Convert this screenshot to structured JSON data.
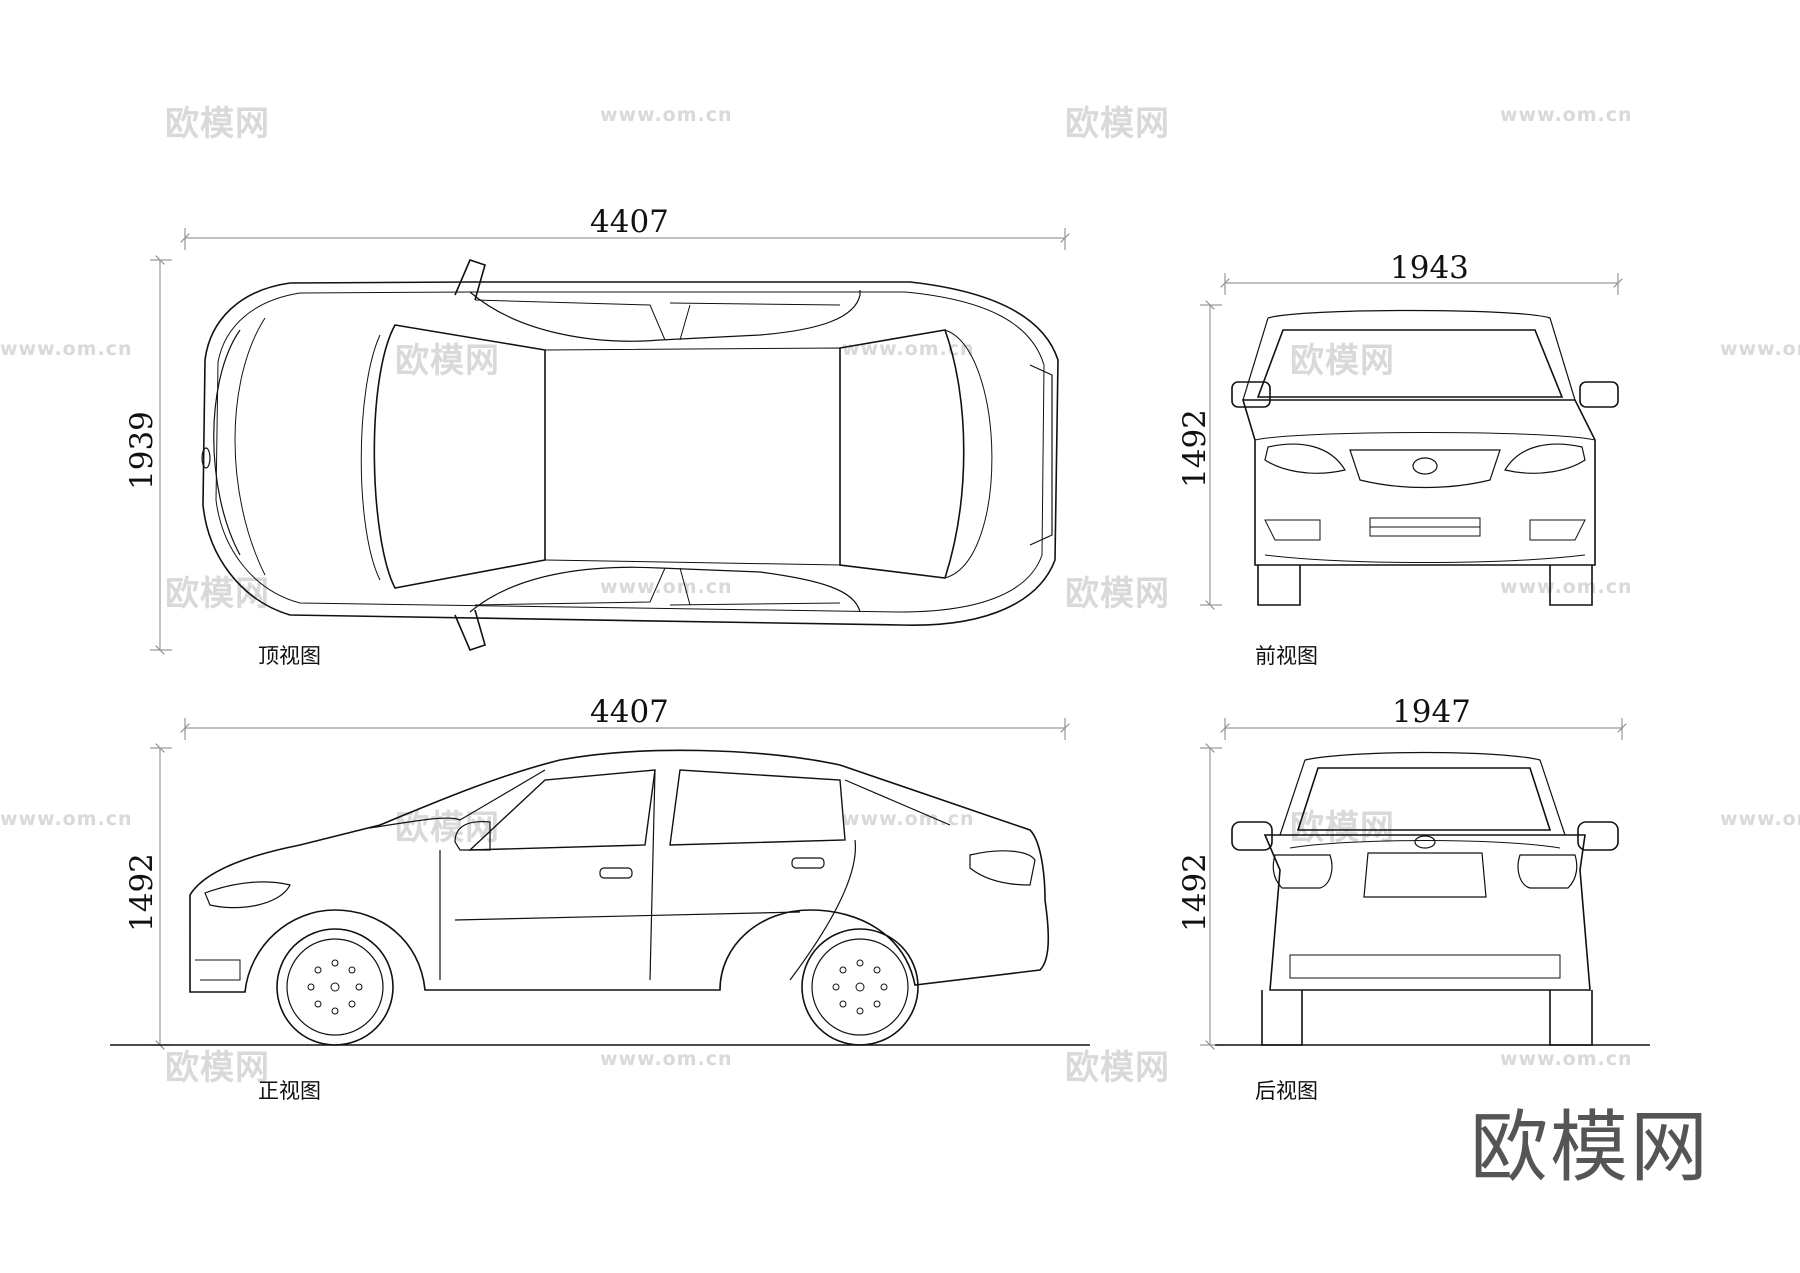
{
  "views": {
    "top": {
      "caption": "顶视图",
      "length": "4407",
      "width": "1939"
    },
    "front": {
      "caption": "前视图",
      "width": "1943",
      "height": "1492"
    },
    "side": {
      "caption": "正视图",
      "length": "4407",
      "height": "1492"
    },
    "rear": {
      "caption": "后视图",
      "width": "1947",
      "height": "1492"
    }
  },
  "watermark": {
    "brand": "欧模网",
    "url": "www.om.cn"
  },
  "logo": "欧模网",
  "colors": {
    "line": "#111111",
    "dim_line": "#9a9a9a",
    "watermark": "#d9d9d9",
    "logo": "#555555"
  }
}
